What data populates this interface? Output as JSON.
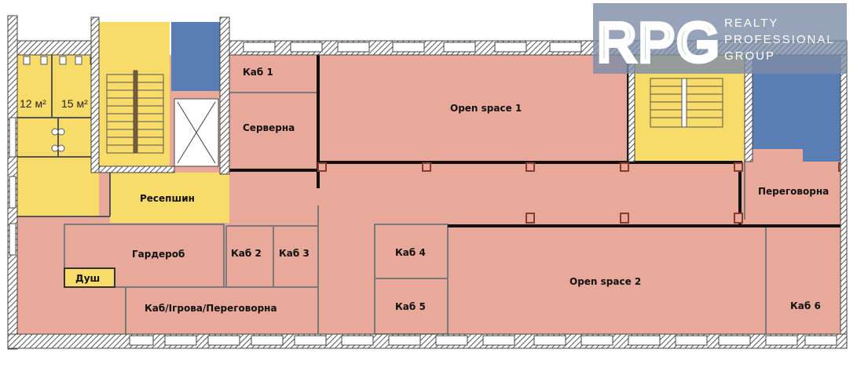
{
  "colors": {
    "office": "#e8a99b",
    "common": "#f8dc6a",
    "technical": "#5a7db3",
    "wall_hatch": "#555555",
    "partition": "#7a7a7a",
    "solid_wall": "#111111"
  },
  "rooms": {
    "wc1_area": "12 м²",
    "wc2_area": "15 м²",
    "reception": "Ресепшин",
    "cab1": "Каб 1",
    "server": "Серверна",
    "open1": "Open space 1",
    "meeting": "Переговорна",
    "wardrobe": "Гардероб",
    "cab2": "Каб 2",
    "cab3": "Каб 3",
    "shower": "Душ",
    "cab_play": "Каб/Ігрова/Переговорна",
    "cab4": "Каб 4",
    "cab5": "Каб 5",
    "open2": "Open space 2",
    "cab6": "Каб 6"
  },
  "logo": {
    "mark": "RPG",
    "line1": "REALTY",
    "line2": "PROFESSIONAL",
    "line3": "GROUP"
  }
}
